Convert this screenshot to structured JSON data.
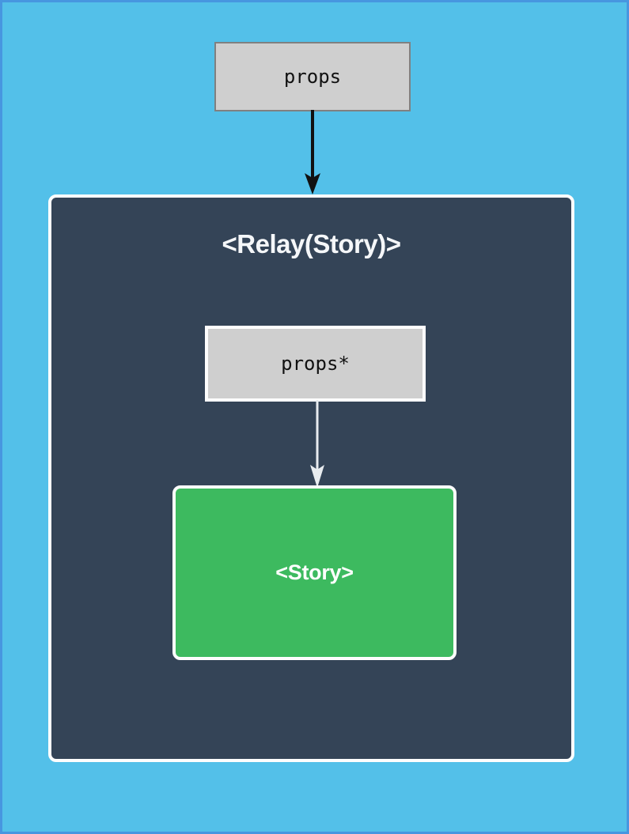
{
  "diagram": {
    "type": "component-dataflow-diagram",
    "background_color": "#53c0e9",
    "nodes": {
      "outer_props": {
        "label": "props",
        "fill": "#cfcfcf",
        "border": "#808080"
      },
      "relay_container": {
        "title": "<Relay(Story)>",
        "fill": "#344457",
        "border": "#fdfdfd"
      },
      "inner_props": {
        "label": "props*",
        "fill": "#cfcfcf",
        "border": "#fdfdfd"
      },
      "story": {
        "label": "<Story>",
        "fill": "#3dba5f",
        "border": "#fdfdfd"
      }
    },
    "edges": {
      "props_to_relay": {
        "name": "props-to-relay-arrow",
        "color": "#111111",
        "style": "solid-thick-arrow"
      },
      "props_star_to_story": {
        "name": "props-star-to-story-arrow",
        "color": "#e8ecef",
        "style": "solid-thin-arrow"
      }
    }
  }
}
